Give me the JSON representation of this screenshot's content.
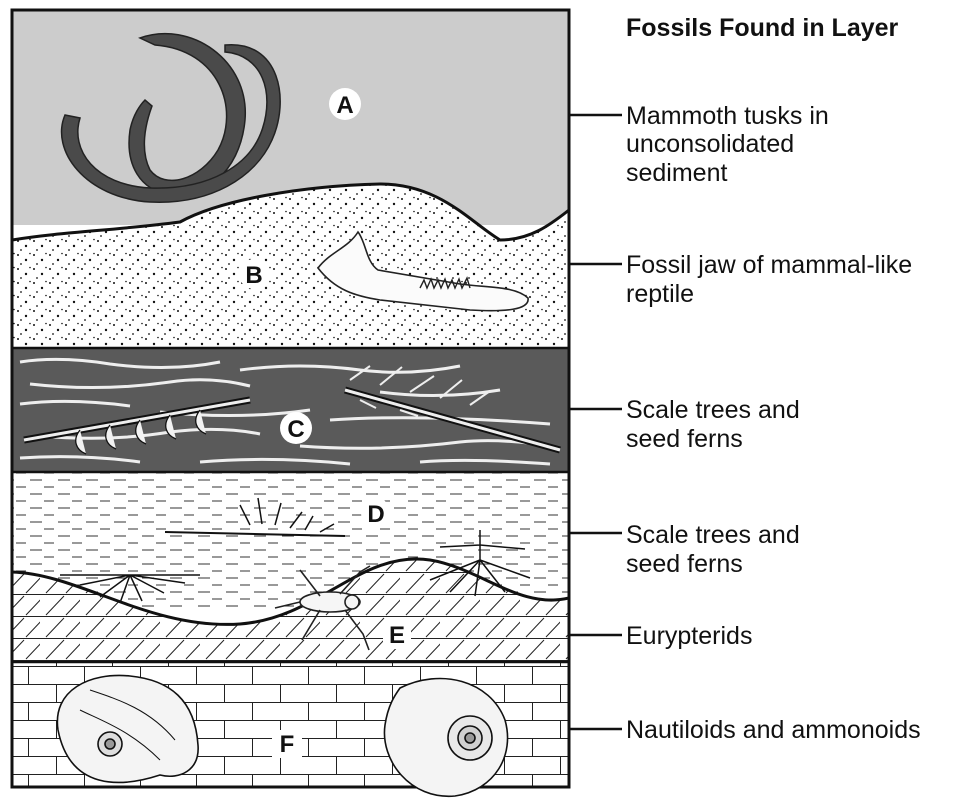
{
  "title": "Fossils Found in Layer",
  "layers": [
    {
      "letter": "A",
      "fossils": [
        "Mammoth tusks in",
        "unconsolidated",
        "sediment"
      ]
    },
    {
      "letter": "B",
      "fossils": [
        "Fossil jaw of mammal-like",
        "reptile"
      ]
    },
    {
      "letter": "C",
      "fossils": [
        "Scale trees and",
        "seed ferns"
      ]
    },
    {
      "letter": "D",
      "fossils": [
        "Scale trees and",
        "seed ferns"
      ]
    },
    {
      "letter": "E",
      "fossils": [
        "Eurypterids"
      ]
    },
    {
      "letter": "F",
      "fossils": [
        "Nautiloids and ammonoids"
      ]
    }
  ],
  "colors": {
    "layer_a": "#cccccc",
    "layer_c": "#5a5a5a",
    "outline": "#111111",
    "paper": "#ffffff"
  }
}
